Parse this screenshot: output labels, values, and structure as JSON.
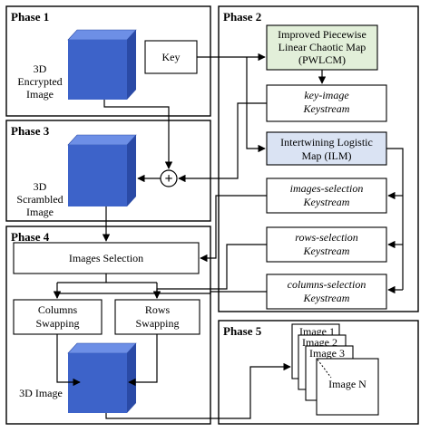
{
  "phases": {
    "p1": "Phase 1",
    "p2": "Phase 2",
    "p3": "Phase 3",
    "p4": "Phase 4",
    "p5": "Phase 5"
  },
  "cube_labels": {
    "encrypted": [
      "3D",
      "Encrypted",
      "Image"
    ],
    "scrambled": [
      "3D",
      "Scrambled",
      "Image"
    ],
    "image": "3D Image"
  },
  "boxes": {
    "key": "Key",
    "pwlcm": [
      "Improved Piecewise",
      "Linear Chaotic Map",
      "(PWLCM)"
    ],
    "key_image": [
      "key-image",
      "Keystream"
    ],
    "ilm": [
      "Intertwining Logistic",
      "Map (ILM)"
    ],
    "images_selection_ks": [
      "images-selection",
      "Keystream"
    ],
    "rows_selection_ks": [
      "rows-selection",
      "Keystream"
    ],
    "columns_selection_ks": [
      "columns-selection",
      "Keystream"
    ],
    "images_selection": "Images Selection",
    "columns_swapping": [
      "Columns",
      "Swapping"
    ],
    "rows_swapping": [
      "Rows",
      "Swapping"
    ]
  },
  "stack": [
    "Image 1",
    "Image 2",
    "Image 3",
    "Image N"
  ],
  "xor_symbol": "+",
  "colors": {
    "cube_front": "#3d63c9",
    "cube_top": "#6d8fe6",
    "cube_side": "#2a4aa6",
    "pwlcm_fill": "#e2efd9",
    "ilm_fill": "#dae3f3"
  }
}
